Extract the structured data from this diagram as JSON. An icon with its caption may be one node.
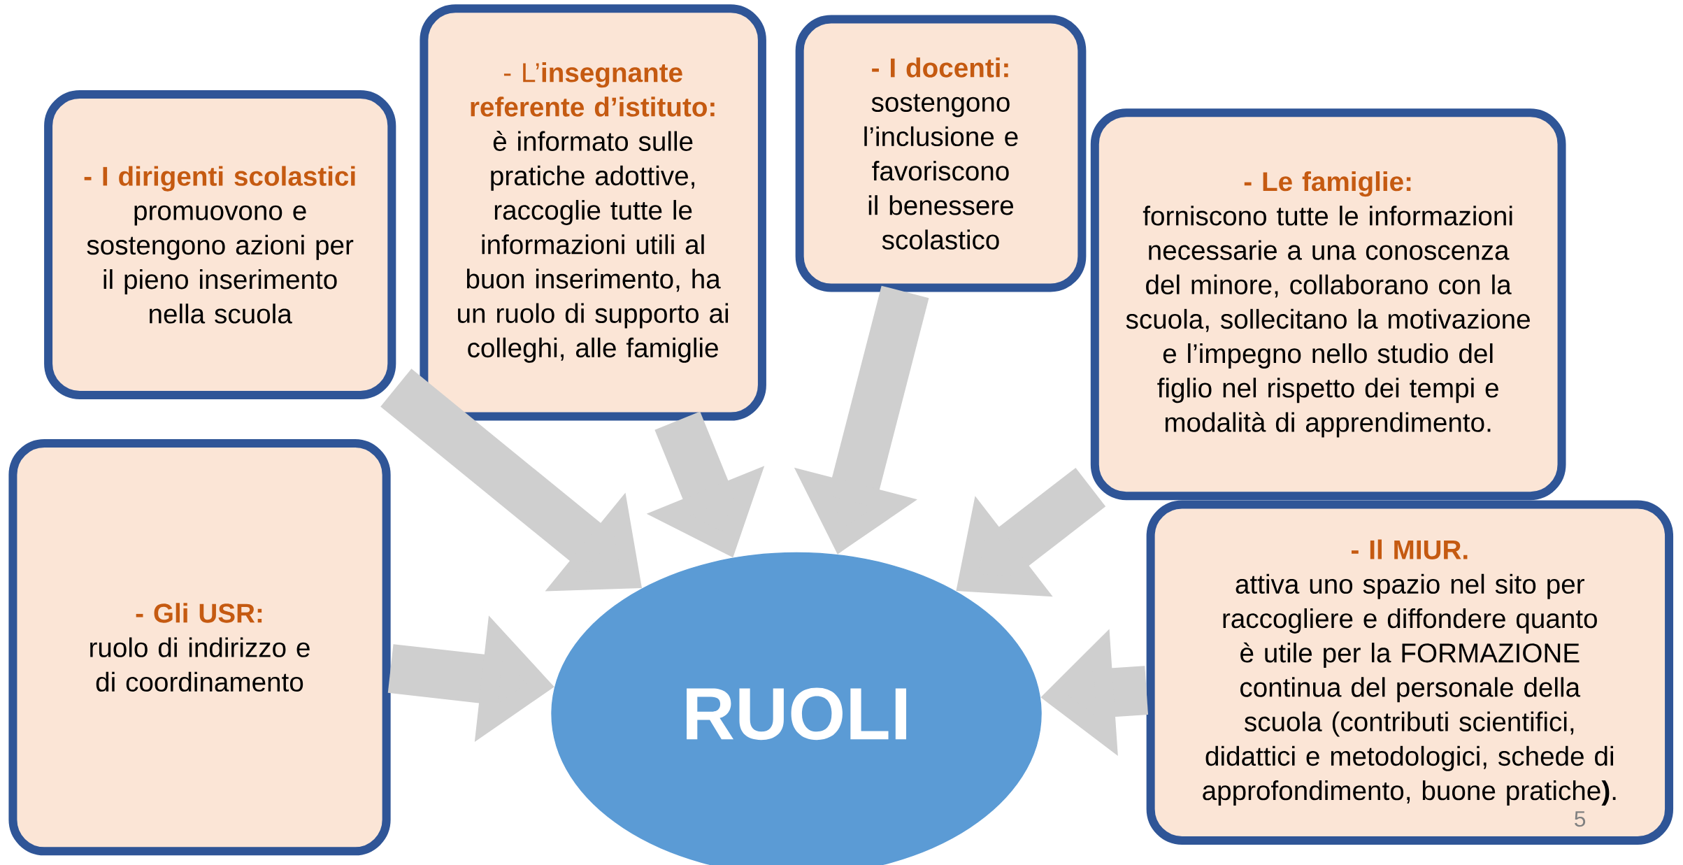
{
  "diagram": {
    "nodes": [
      {
        "text": [
          "- I dirigenti scolastici",
          "promuovono e sostengono azioni per il pieno inserimento nella scuola"
        ]
      },
      {
        "text": [
          "- L’**insegnante referente d’istituto:**",
          "è informato sulle pratiche adottive, raccoglie tutte le informazioni utili al buon inserimento, ha un ruolo di supporto ai colleghi, alle famiglie"
        ]
      },
      {
        "text": [
          "- I docenti:",
          "sostengono l’inclusione e favoriscono il benessere scolastico"
        ]
      },
      {
        "text": [
          "- Le famiglie:",
          "forniscono tutte le informazioni necessarie a una conoscenza del minore, collaborano con la scuola, sollecitano la motivazione e l’impegno nello studio del figlio nel rispetto dei tempi e modalità di apprendimento."
        ]
      },
      {
        "text": [
          "- Gli USR:",
          "ruolo di indirizzo e di coordinamento"
        ]
      },
      {
        "text": [
          "- Il MIUR.",
          "attiva uno spazio nel sito per raccogliere e diffondere quanto è utile per la FORMAZIONE continua del personale della scuola (contributi scientifici, didattici e metodologici, schede di approfondimento, buone pratiche**)**."
        ]
      },
      {
        "text": [
          "RUOLI"
        ]
      }
    ],
    "edges": [
      {
        "from": 0,
        "to": 6,
        "arrow": "to"
      },
      {
        "from": 1,
        "to": 6,
        "arrow": "to"
      },
      {
        "from": 2,
        "to": 6,
        "arrow": "to"
      },
      {
        "from": 3,
        "to": 6,
        "arrow": "to"
      },
      {
        "from": 4,
        "to": 6,
        "arrow": "to"
      },
      {
        "from": 5,
        "to": 6,
        "arrow": "to"
      }
    ],
    "labels": [
      "5"
    ]
  }
}
